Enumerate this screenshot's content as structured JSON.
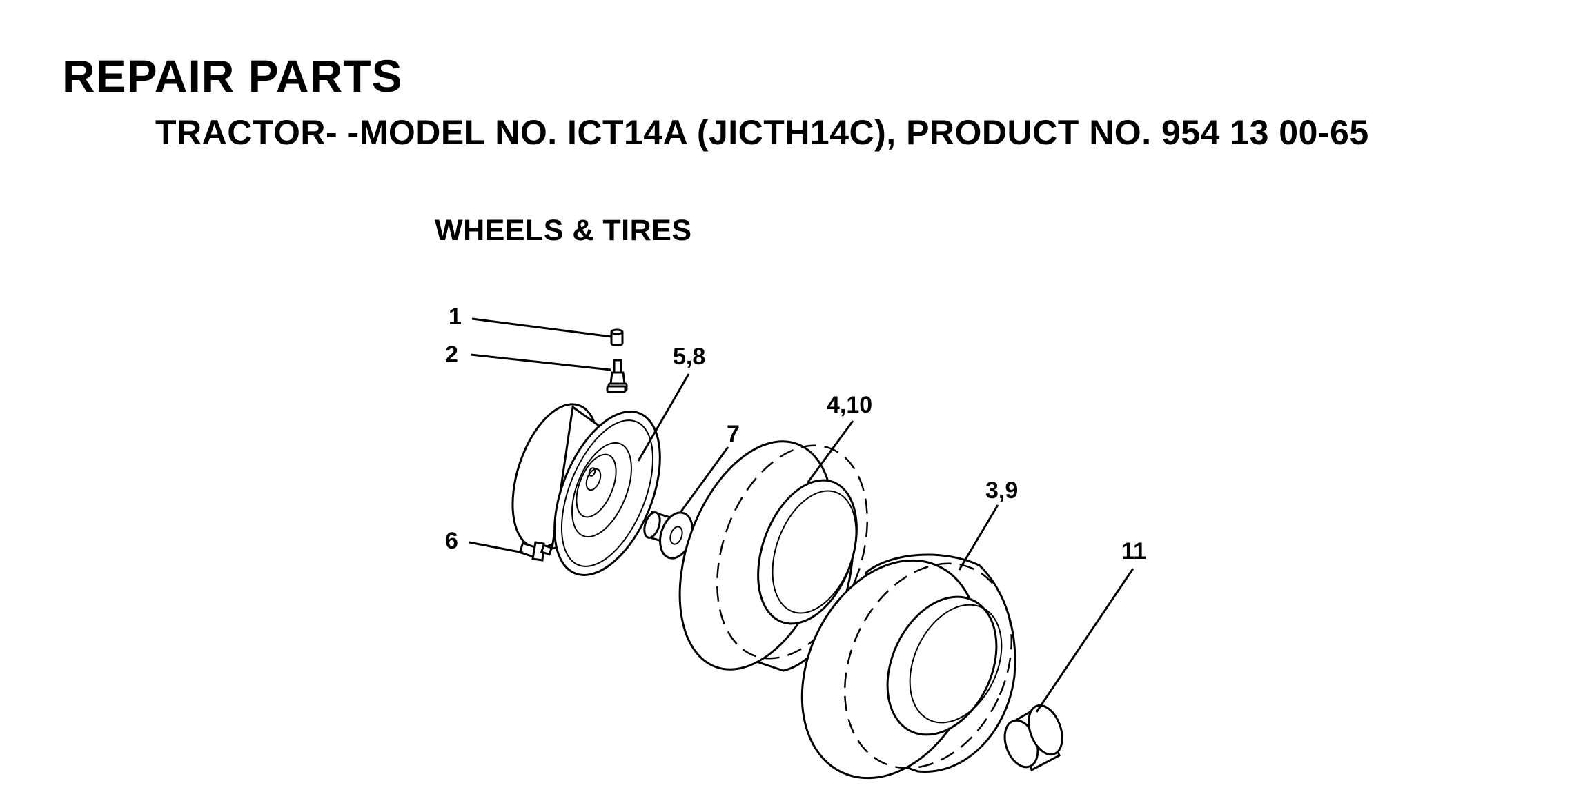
{
  "header": {
    "title": "REPAIR PARTS",
    "subtitle": "TRACTOR- -MODEL NO. ICT14A (JICTH14C), PRODUCT NO. 954 13 00-65",
    "section": "WHEELS & TIRES"
  },
  "callouts": {
    "c1": "1",
    "c2": "2",
    "c58": "5,8",
    "c7": "7",
    "c410": "4,10",
    "c39": "3,9",
    "c6": "6",
    "c11": "11"
  }
}
